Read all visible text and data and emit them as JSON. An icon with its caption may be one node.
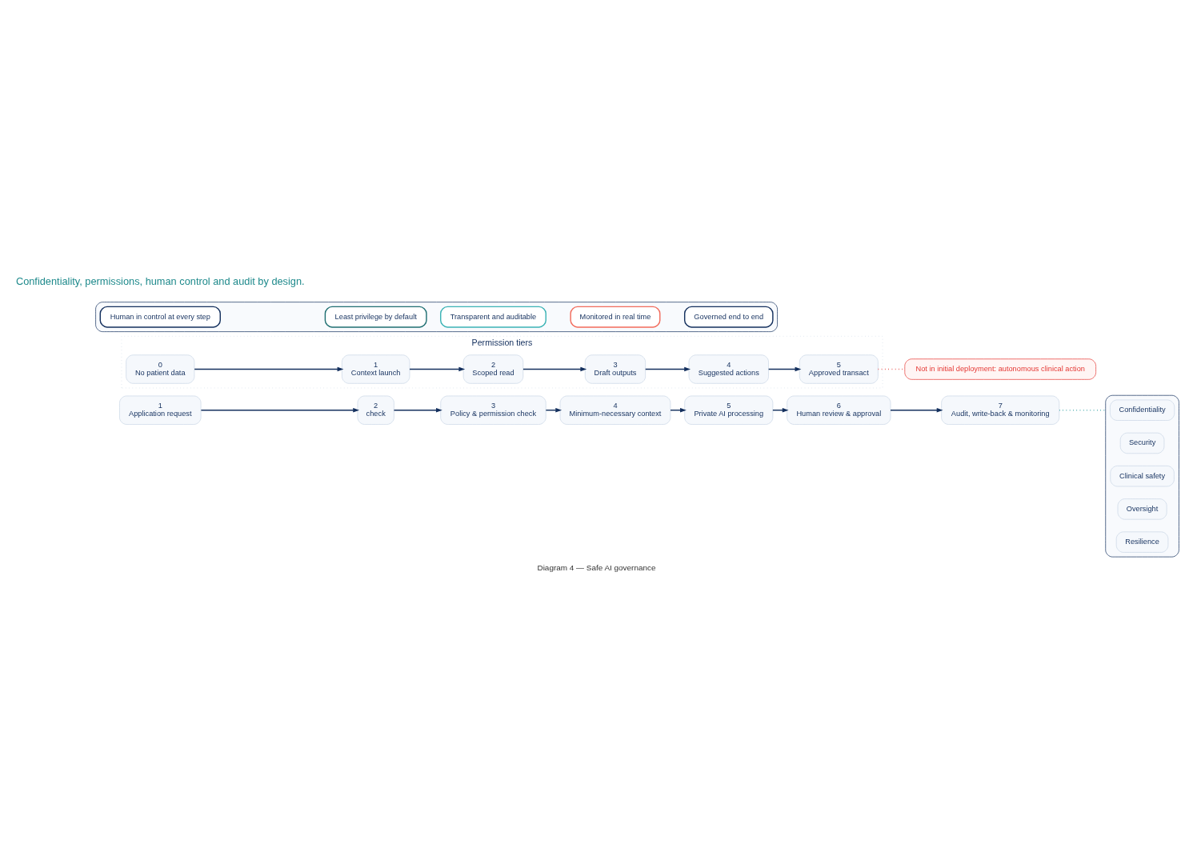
{
  "diagram": {
    "caption": "Diagram 4 — Safe AI governance",
    "nodes": [
      {
        "text": [
          "1",
          "Application request"
        ]
      },
      {
        "text": [
          "2",
          "check"
        ]
      },
      {
        "text": [
          "3",
          "Policy & permission check"
        ]
      },
      {
        "text": [
          "4",
          "Minimum-necessary context"
        ]
      },
      {
        "text": [
          "5",
          "Private AI processing"
        ]
      },
      {
        "text": [
          "6",
          "Human review & approval"
        ]
      },
      {
        "text": [
          "7",
          "Audit, write-back & monitoring"
        ]
      },
      {
        "text": [],
        "shape": "box"
      },
      {
        "text": [
          "Confidentiality"
        ],
        "in": 7
      },
      {
        "text": [
          "Security"
        ],
        "in": 7
      },
      {
        "text": [
          "Clinical safety"
        ],
        "in": 7
      },
      {
        "text": [
          "Oversight"
        ],
        "in": 7
      },
      {
        "text": [
          "Resilience"
        ],
        "in": 7
      },
      {
        "text": [
          "Permission tiers"
        ]
      },
      {
        "text": [
          "0",
          "No patient data"
        ],
        "in": 13
      },
      {
        "text": [
          "1",
          "Context launch"
        ],
        "in": 13
      },
      {
        "text": [
          "2",
          "Scoped read"
        ],
        "in": 13
      },
      {
        "text": [
          "3",
          "Draft outputs"
        ],
        "in": 13
      },
      {
        "text": [
          "4",
          "Suggested actions"
        ],
        "in": 13
      },
      {
        "text": [
          "5",
          "Approved transact"
        ],
        "in": 13
      },
      {
        "text": [
          "Not in initial deployment: autonomous clinical action"
        ]
      },
      {
        "text": [],
        "shape": "box"
      },
      {
        "text": [
          "Human in control at every step"
        ],
        "in": 21
      },
      {
        "text": [
          "Least privilege by default"
        ],
        "in": 21
      },
      {
        "text": [
          "Transparent and auditable"
        ],
        "in": 21
      },
      {
        "text": [
          "Monitored in real time"
        ],
        "in": 21
      },
      {
        "text": [
          "Governed end to end"
        ],
        "in": 21
      }
    ],
    "edges": [
      {
        "from": 0,
        "to": 1,
        "arrow": "to"
      },
      {
        "from": 1,
        "to": 2,
        "arrow": "to"
      },
      {
        "from": 2,
        "to": 3,
        "arrow": "to"
      },
      {
        "from": 3,
        "to": 4,
        "arrow": "to"
      },
      {
        "from": 4,
        "to": 5,
        "arrow": "to"
      },
      {
        "from": 5,
        "to": 6,
        "arrow": "to"
      },
      {
        "from": 6,
        "to": 7,
        "arrow": "none",
        "style": "dashed",
        "color": "#2a9d9f"
      },
      {
        "from": 14,
        "to": 15,
        "arrow": "to"
      },
      {
        "from": 15,
        "to": 16,
        "arrow": "to"
      },
      {
        "from": 16,
        "to": 17,
        "arrow": "to"
      },
      {
        "from": 17,
        "to": 18,
        "arrow": "to"
      },
      {
        "from": 18,
        "to": 19,
        "arrow": "to"
      },
      {
        "from": 19,
        "to": 20,
        "arrow": "none",
        "style": "dashed",
        "color": "#e53935"
      }
    ],
    "labels": [
      "Confidentiality, permissions, human control and audit by design."
    ]
  }
}
